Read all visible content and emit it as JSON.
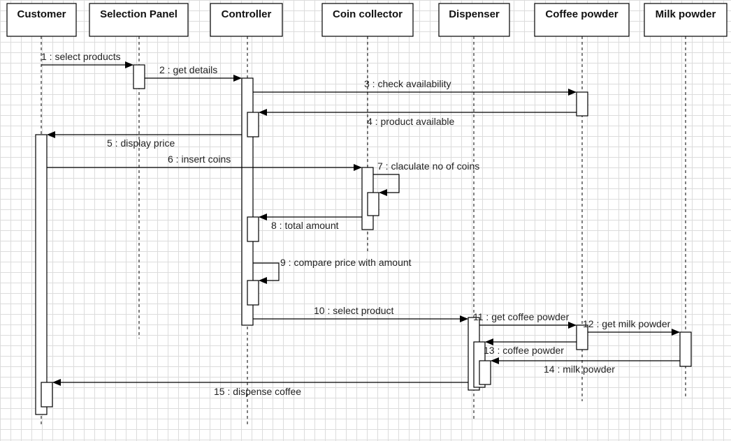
{
  "participants": [
    {
      "id": "customer",
      "name": "Customer"
    },
    {
      "id": "selection-panel",
      "name": "Selection Panel"
    },
    {
      "id": "controller",
      "name": "Controller"
    },
    {
      "id": "coin-collector",
      "name": "Coin collector"
    },
    {
      "id": "dispenser",
      "name": "Dispenser"
    },
    {
      "id": "coffee-powder",
      "name": "Coffee powder"
    },
    {
      "id": "milk-powder",
      "name": "Milk powder"
    }
  ],
  "messages": [
    {
      "text": "1 : select products",
      "from": "customer",
      "to": "selection-panel"
    },
    {
      "text": "2 : get details",
      "from": "selection-panel",
      "to": "controller"
    },
    {
      "text": "3 : check availability",
      "from": "controller",
      "to": "coffee-powder"
    },
    {
      "text": "4 : product available",
      "from": "coffee-powder",
      "to": "controller"
    },
    {
      "text": "5 : display price",
      "from": "controller",
      "to": "customer"
    },
    {
      "text": "6 : insert coins",
      "from": "customer",
      "to": "coin-collector"
    },
    {
      "text": "7 : claculate no of coins",
      "from": "coin-collector",
      "to": "coin-collector"
    },
    {
      "text": "8 : total amount",
      "from": "coin-collector",
      "to": "controller"
    },
    {
      "text": "9 : compare price with amount",
      "from": "controller",
      "to": "controller"
    },
    {
      "text": "10 : select product",
      "from": "controller",
      "to": "dispenser"
    },
    {
      "text": "11 : get coffee powder",
      "from": "dispenser",
      "to": "coffee-powder"
    },
    {
      "text": "12 : get milk powder",
      "from": "coffee-powder",
      "to": "milk-powder"
    },
    {
      "text": "13 : coffee powder",
      "from": "coffee-powder",
      "to": "dispenser"
    },
    {
      "text": "14 : milk powder",
      "from": "milk-powder",
      "to": "dispenser"
    },
    {
      "text": "15 : dispense coffee",
      "from": "dispenser",
      "to": "customer"
    }
  ]
}
